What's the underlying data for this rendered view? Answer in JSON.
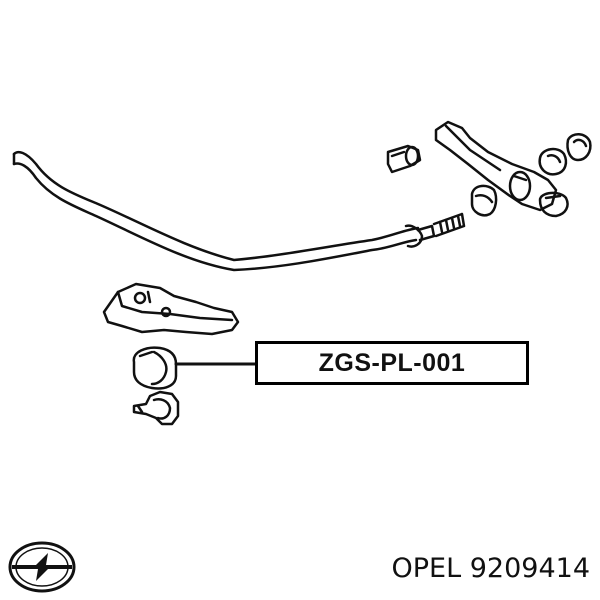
{
  "diagram": {
    "part_label": "ZGS-PL-001"
  },
  "footer": {
    "brand": "OPEL",
    "part_number": "9209414"
  },
  "logo": {
    "icon": "opel-logo-icon"
  },
  "colors": {
    "line": "#111111",
    "background": "#ffffff"
  }
}
